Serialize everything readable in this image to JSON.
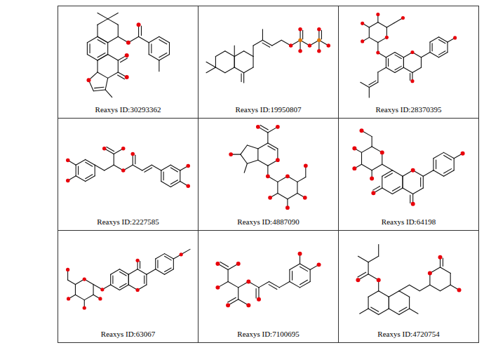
{
  "diagram": {
    "nodes": [
      {
        "text": [
          "Reaxys ID:30293362"
        ]
      },
      {
        "text": [
          "Reaxys ID:19950807"
        ]
      },
      {
        "text": [
          "Reaxys ID:28370395"
        ]
      },
      {
        "text": [
          "Reaxys ID:2227585"
        ]
      },
      {
        "text": [
          "Reaxys ID:4887090"
        ]
      },
      {
        "text": [
          "Reaxys ID:64198"
        ]
      },
      {
        "text": [
          "Reaxys ID:63067"
        ]
      },
      {
        "text": [
          "Reaxys ID:7100695"
        ]
      },
      {
        "text": [
          "Reaxys ID:4720754"
        ]
      }
    ]
  }
}
